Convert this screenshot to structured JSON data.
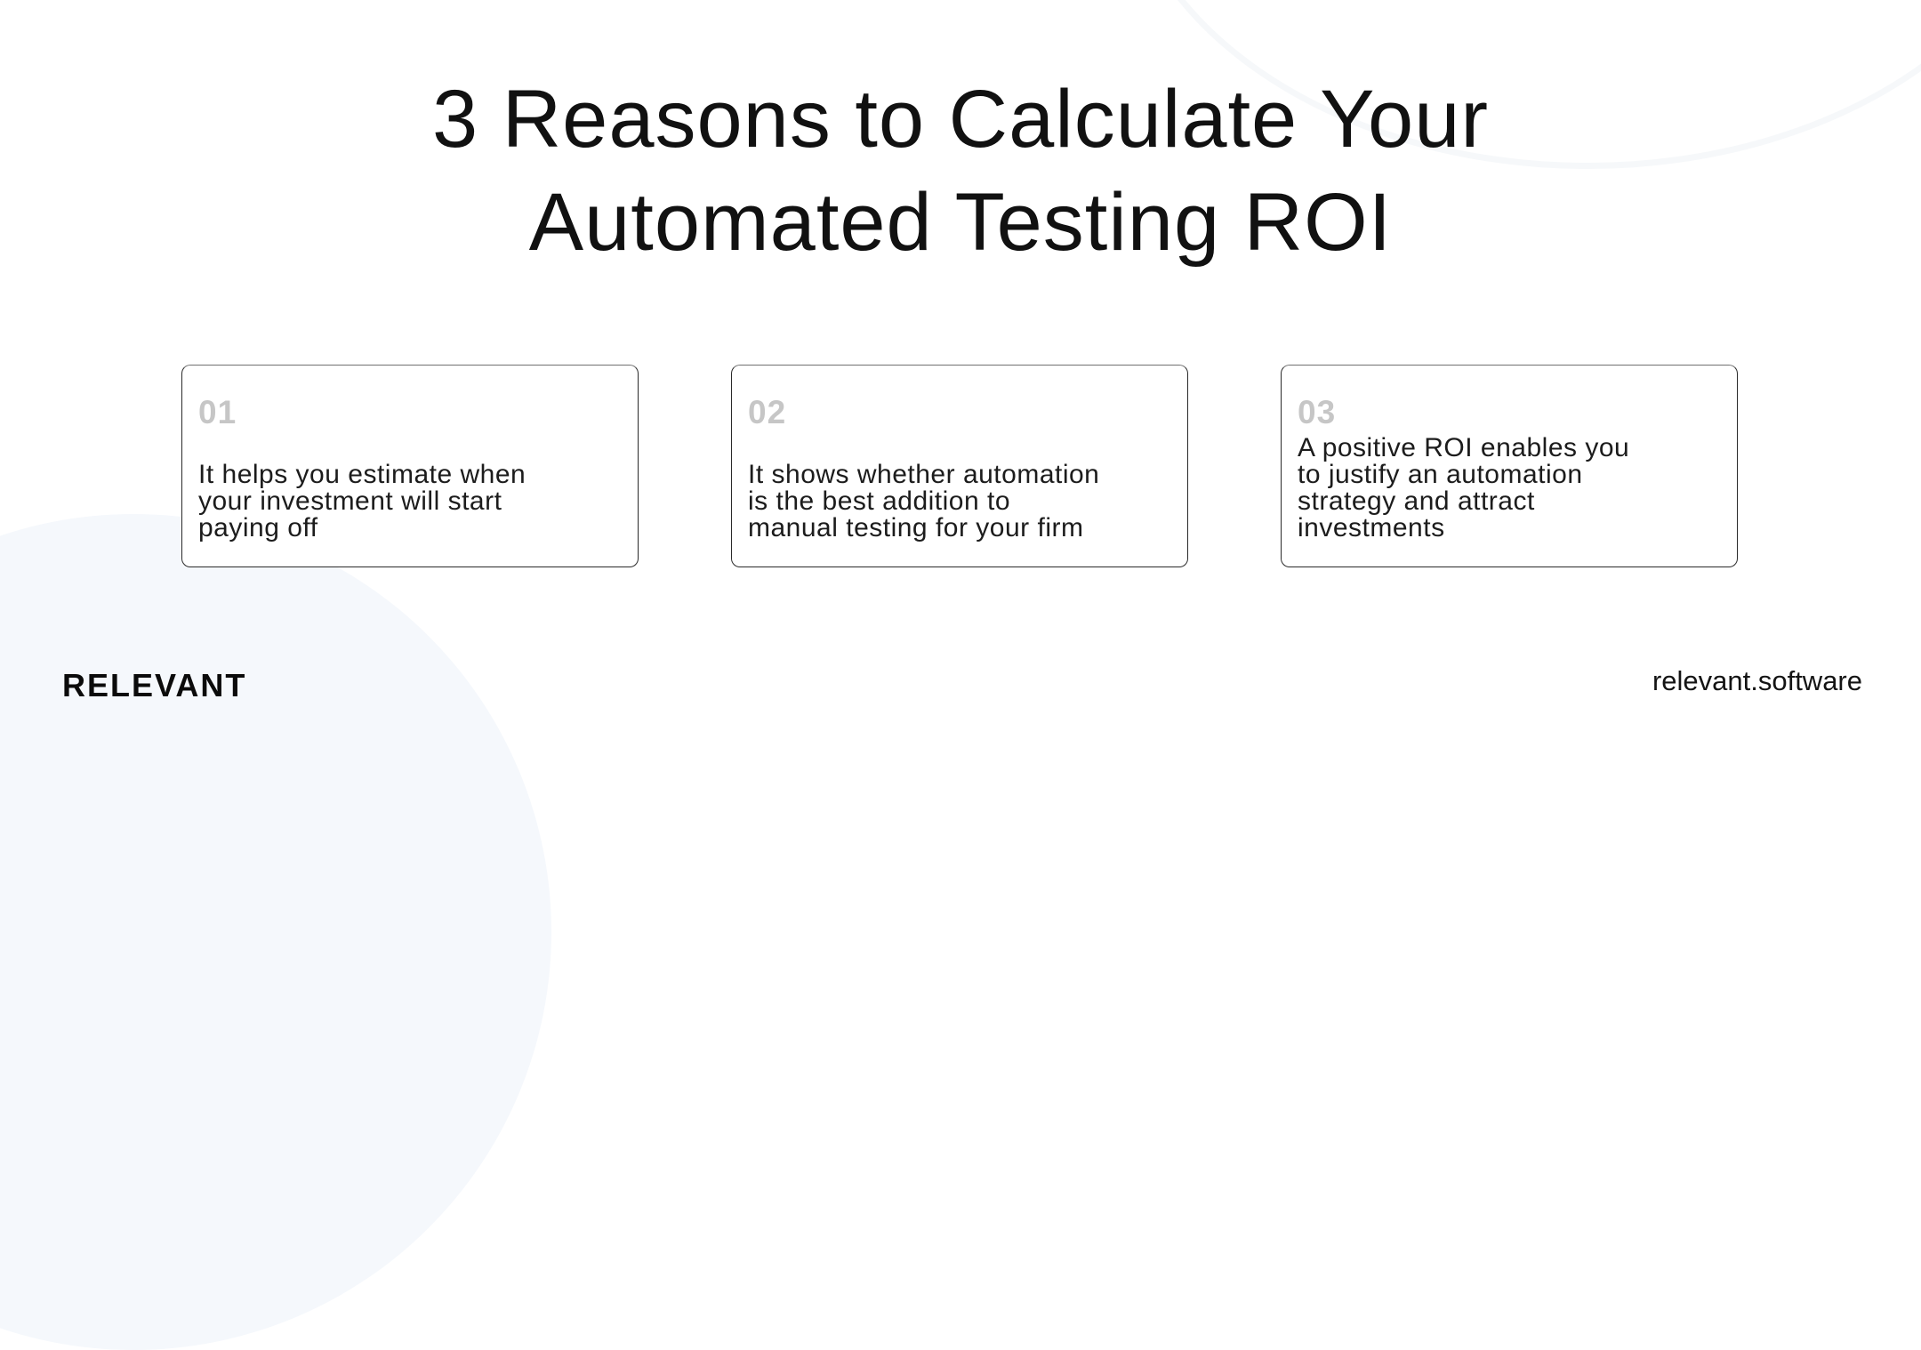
{
  "title": {
    "line1": "3 Reasons to Calculate Your",
    "line2": "Automated Testing ROI"
  },
  "cards": [
    {
      "number": "01",
      "text": "It helps you estimate when\nyour investment will start\npaying off"
    },
    {
      "number": "02",
      "text": "It shows whether automation\nis the best addition to\nmanual testing for your firm"
    },
    {
      "number": "03",
      "text": "A positive ROI enables you\nto justify an automation\nstrategy and attract\ninvestments"
    }
  ],
  "footer": {
    "logo": "RELEVANT",
    "url": "relevant.software"
  },
  "colors": {
    "background": "#ffffff",
    "accent_blob": "#f5f8fc",
    "number_gray": "#c6c6c6",
    "text": "#111111",
    "card_border": "#2a2a2a"
  }
}
